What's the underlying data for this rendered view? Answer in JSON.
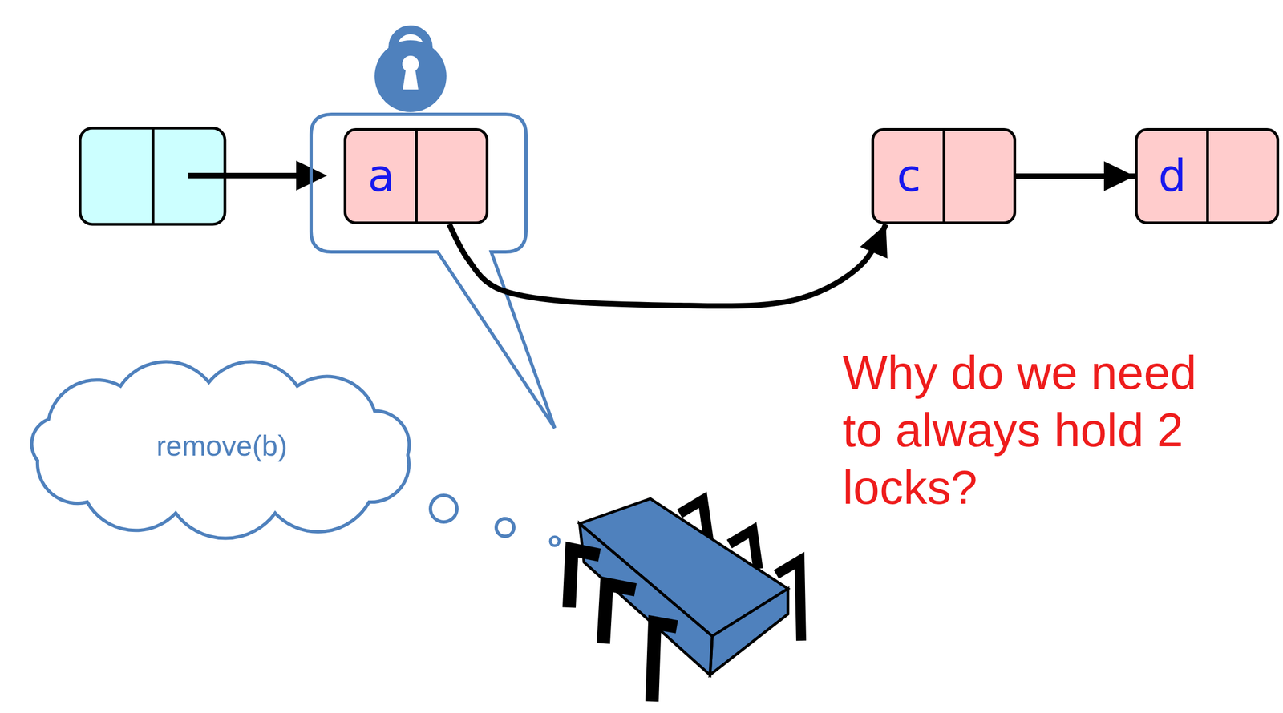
{
  "diagram": {
    "nodes": [
      {
        "text": [
          "a"
        ]
      },
      {
        "text": [
          "c"
        ]
      },
      {
        "text": [
          "d"
        ]
      },
      {
        "text": [
          "remove(b)"
        ]
      }
    ],
    "edges": [
      {
        "from": 0,
        "to": 1,
        "arrow": "to"
      },
      {
        "from": 1,
        "to": 2,
        "arrow": "to"
      }
    ],
    "labels": [
      "Why do we need to always hold 2 locks?"
    ]
  }
}
